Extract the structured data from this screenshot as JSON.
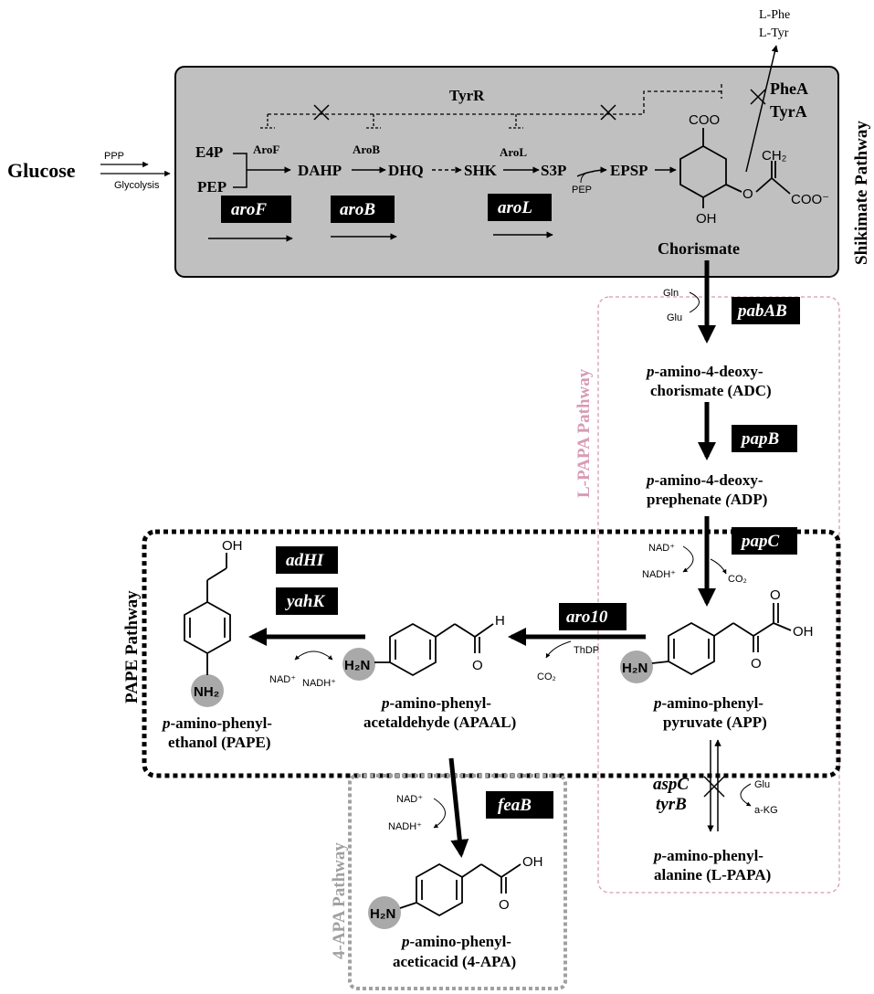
{
  "colors": {
    "shikimate_box": "#c0c0c0",
    "lpapa": "#d89bb5",
    "apa_box": "#a0a0a0",
    "atom_circle": "#a9a9a9",
    "gene_box": "#000000"
  },
  "inputs": {
    "glucose": "Glucose",
    "ppp": "PPP",
    "glycolysis": "Glycolysis"
  },
  "feedback": {
    "line1": "L-Phe",
    "line2": "L-Tyr"
  },
  "shikimate": {
    "title": "Shikimate Pathway",
    "tyrr": "TyrR",
    "phea": "PheA",
    "tyra": "TyrA",
    "e4p": "E4P",
    "pep": "PEP",
    "arof_enzyme": "AroF",
    "dahp": "DAHP",
    "arob_enzyme": "AroB",
    "dhq": "DHQ",
    "shk": "SHK",
    "arol_enzyme": "AroL",
    "s3p": "S3P",
    "pep2": "PEP",
    "epsp": "EPSP",
    "chorismate": "Chorismate",
    "gene_arof": "aroF",
    "gene_arob": "aroB",
    "gene_arol": "aroL"
  },
  "lpapa": {
    "title": "L-PAPA Pathway",
    "gln": "Gln",
    "glu": "Glu",
    "gene_pabab": "pabAB",
    "adc_l1_pre": "p",
    "adc_l1": "-amino-4-deoxy-",
    "adc_l2": "chorismate (ADC)",
    "gene_papb": "papB",
    "adp_l1_pre": "p",
    "adp_l1": "-amino-4-deoxy-",
    "adp_l2_a": "prephenate ",
    "adp_l2_b": "(",
    "adp_l2_c": "ADP)",
    "gene_papc": "papC",
    "nad": "NAD⁺",
    "nadh": "NADH⁺",
    "co2": "CO₂",
    "app_l1_pre": "p",
    "app_l1": "-amino-phenyl-",
    "app_l2": "pyruvate (APP)",
    "gene_aspc": "aspC",
    "gene_tyrb": "tyrB",
    "glu2": "Glu",
    "akg": "a-KG",
    "papa_l1_pre": "p",
    "papa_l1": "-amino-phenyl-",
    "papa_l2": "alanine (L-PAPA)"
  },
  "pape": {
    "title": "PAPE Pathway",
    "gene_adhi": "adHI",
    "gene_yahk": "yahK",
    "gene_aro10": "aro10",
    "thdp": "ThDP",
    "co2": "CO₂",
    "nad": "NAD⁺",
    "nadh": "NADH⁺",
    "pape_l1_pre": "p",
    "pape_l1": "-amino-phenyl-",
    "pape_l2": "ethanol (PAPE)",
    "apaal_l1_pre": "p",
    "apaal_l1": "-amino-phenyl-",
    "apaal_l2": "acetaldehyde (APAAL)"
  },
  "apa": {
    "title": "4-APA Pathway",
    "gene_feab": "feaB",
    "nad": "NAD⁺",
    "nadh": "NADH⁺",
    "apa_l1_pre": "p",
    "apa_l1": "-amino-phenyl-",
    "apa_l2": "aceticacid (4-APA)"
  },
  "atoms": {
    "coo": "COO",
    "ch2": "CH₂",
    "coo_minus": "COO⁻",
    "o": "O",
    "oh": "OH",
    "h2n": "H₂N",
    "nh2": "NH₂",
    "h": "H"
  }
}
